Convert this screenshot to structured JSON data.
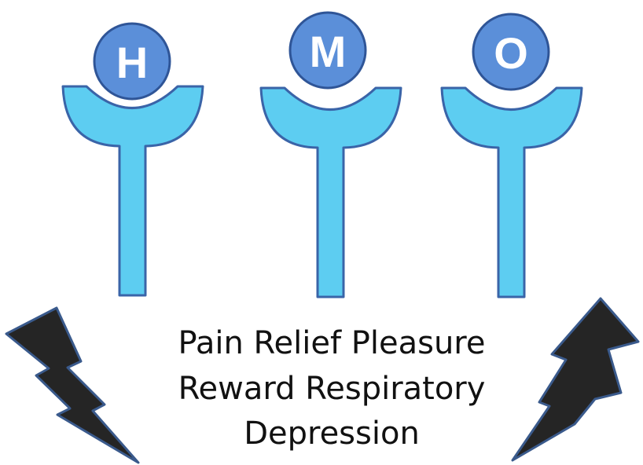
{
  "receptors": [
    {
      "letter": "H"
    },
    {
      "letter": "M"
    },
    {
      "letter": "O"
    }
  ],
  "caption": {
    "lines": [
      "Pain Relief Pleasure",
      "Reward Respiratory",
      "Depression"
    ]
  },
  "colors": {
    "ball_fill": "#5b8fd9",
    "ball_stroke": "#2f5597",
    "receptor_fill": "#5dcdf1",
    "receptor_stroke": "#3a64a8",
    "lightning_fill": "#252525",
    "lightning_stroke": "#3a5a8c",
    "caption_text": "#111111"
  }
}
